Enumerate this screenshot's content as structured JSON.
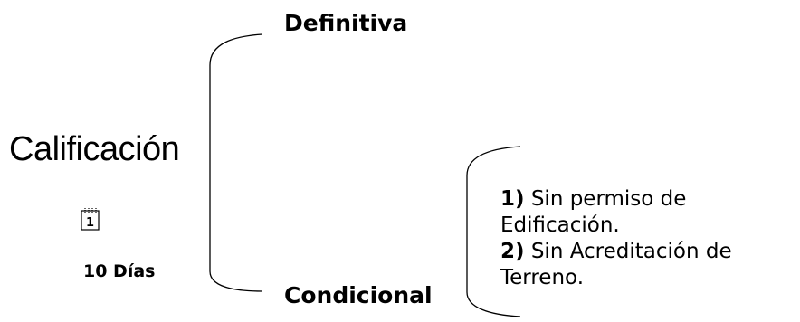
{
  "diagram": {
    "main_term": "Calificación",
    "options": {
      "definitive": "Definitiva",
      "conditional": "Condicional"
    },
    "duration": {
      "icon": "calendar-day-icon",
      "day_number": "1",
      "label": "10 Días"
    },
    "conditions": [
      {
        "num": "1)",
        "text": "Sin permiso de",
        "cont": "Edificación."
      },
      {
        "num": "2)",
        "text": "Sin Acreditación de",
        "cont": "Terreno."
      }
    ]
  }
}
